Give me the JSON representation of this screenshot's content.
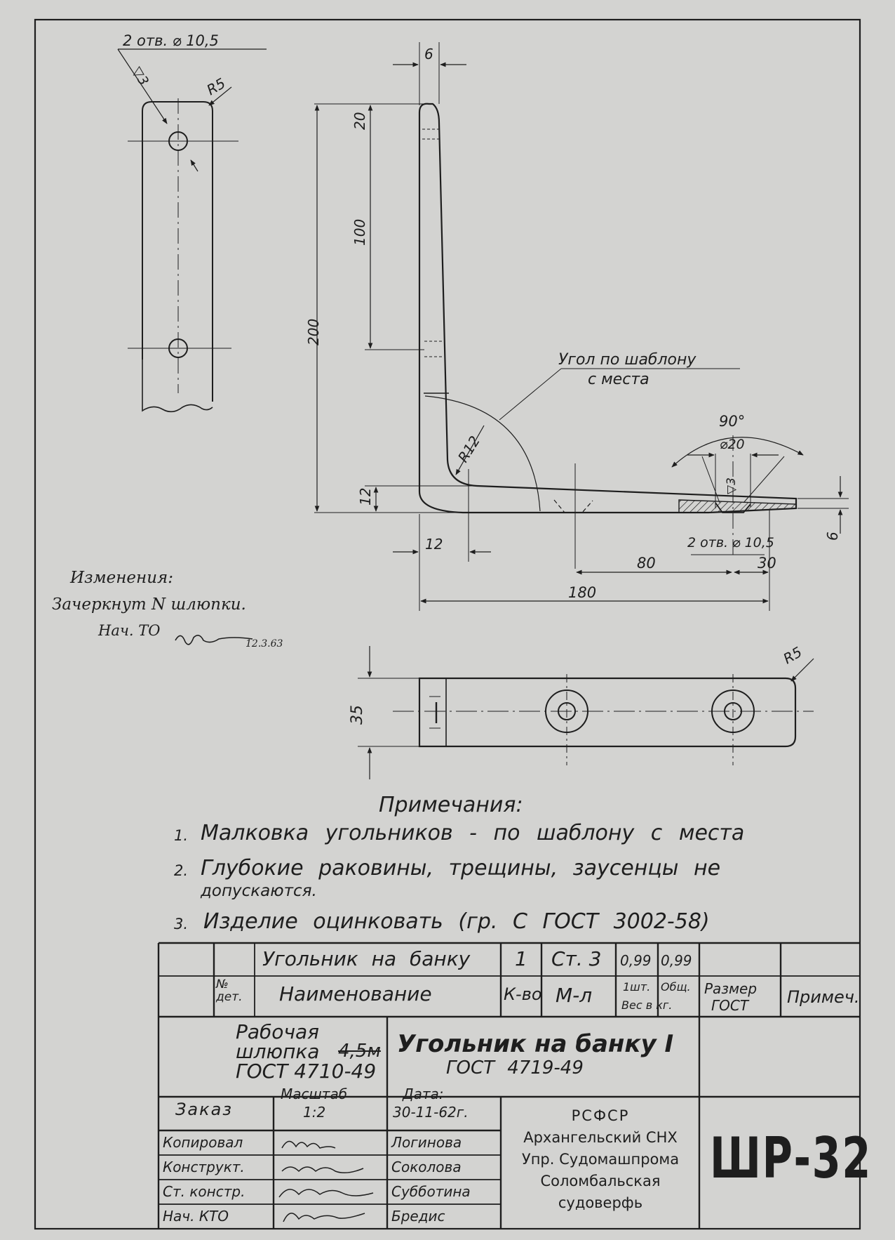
{
  "top_view": {
    "holes_label": "2 отв. ⌀ 10,5",
    "chamfer_label": "▽3",
    "radius_label": "R5"
  },
  "side_view": {
    "dim_top_thickness": "6",
    "dim_20": "20",
    "dim_100": "100",
    "dim_200": "200",
    "dim_12_vertical": "12",
    "dim_12_horizontal": "12",
    "radius_inner": "R12",
    "angle_note_line1": "Угол по шаблону",
    "angle_note_line2": "с места",
    "angle_90": "90°",
    "dia_20": "⌀20",
    "chamfer": "▽3",
    "holes_label": "2 отв. ⌀ 10,5",
    "dim_80": "80",
    "dim_30": "30",
    "dim_180": "180",
    "dim_6_right": "6"
  },
  "bottom_view": {
    "radius_label": "R5",
    "dim_35": "35"
  },
  "changes": {
    "title": "Изменения:",
    "line1": "Зачеркнут N шлюпки.",
    "line2": "Нач. ТО",
    "date": "12.3.63"
  },
  "notes": {
    "title": "Примечания:",
    "items": [
      {
        "num": "1.",
        "text": "Малковка угольников - по шаблону с места"
      },
      {
        "num": "2.",
        "text": "Глубокие раковины, трещины, заусенцы не"
      },
      {
        "num": "",
        "text": "допускаются."
      },
      {
        "num": "3.",
        "text": "Изделие оцинковать (гр. С ГОСТ 3002-58)"
      }
    ]
  },
  "title_block": {
    "part_row": {
      "name": "Угольник на банку",
      "qty": "1",
      "material": "Ст. 3",
      "weight_unit": "0,99",
      "weight_total": "0,99"
    },
    "header_row": {
      "det_no": "№ дет.",
      "name": "Наименование",
      "qty": "К-во",
      "material": "М-л",
      "weight_unit": "1шт.",
      "weight_total": "Общ.",
      "weight_caption": "Вес в кг.",
      "size_line1": "Размер",
      "size_line2": "ГОСТ",
      "note": "Примеч."
    },
    "product_line1": "Рабочая",
    "product_line2": "шлюпка",
    "product_crossed": "4,5м",
    "product_line3": "ГОСТ 4710-49",
    "drawing_title": "Угольник на банку I",
    "drawing_gost": "ГОСТ 4719-49",
    "order_label": "Заказ",
    "scale_label": "Масштаб",
    "scale_value": "1:2",
    "date_label": "Дата:",
    "date_value": "30-11-62г.",
    "roles": [
      {
        "role": "Копировал",
        "name": "Логинова"
      },
      {
        "role": "Конструкт.",
        "name": "Соколова"
      },
      {
        "role": "Ст. констр.",
        "name": "Субботина"
      },
      {
        "role": "Нач. КТО",
        "name": "Бредис"
      }
    ],
    "org_lines": [
      "РСФСР",
      "Архангельский СНХ",
      "Упр. Судомашпрома",
      "Соломбальская",
      "судоверфь"
    ],
    "drawing_number": "ШР-32"
  },
  "colors": {
    "paper": "#d3d3d1",
    "ink": "#1e1e1e"
  }
}
